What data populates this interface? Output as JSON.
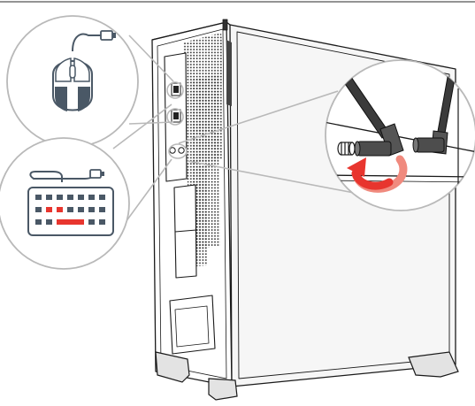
{
  "colors": {
    "line": "#1a1a1a",
    "callout_line": "#b9b9b9",
    "callout_fill": "#ffffff",
    "accent": "#e8352e",
    "accent_light": "#f08a7e",
    "icon_body": "#4a5866",
    "case_side": "#f4f4f4",
    "foot": "#e6e6e6"
  },
  "callouts": [
    {
      "name": "mouse-callout",
      "icon": "usb-mouse-icon"
    },
    {
      "name": "keyboard-callout",
      "icon": "usb-keyboard-icon"
    },
    {
      "name": "antenna-callout",
      "icon": "wifi-antenna-icon"
    }
  ],
  "rear_ports": [
    "usb-port-upper",
    "usb-port-lower",
    "antenna-connector-left",
    "antenna-connector-right"
  ],
  "action": {
    "icon": "rotate-clockwise-arrow-icon"
  }
}
